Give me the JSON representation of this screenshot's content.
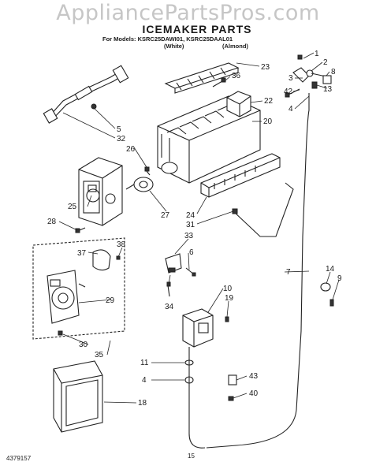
{
  "watermark": "AppliancePartsPros.com",
  "title": "ICEMAKER PARTS",
  "models_line": "For Models: KSRC25DAWI01, KSRC25DAAL01",
  "variants": {
    "white": "(White)",
    "almond": "(Almond)"
  },
  "footer": {
    "part_number": "4379157",
    "page": "15"
  },
  "callouts": [
    "1",
    "2",
    "3",
    "4",
    "5",
    "6",
    "7",
    "8",
    "9",
    "10",
    "11",
    "13",
    "14",
    "18",
    "19",
    "20",
    "22",
    "23",
    "24",
    "25",
    "26",
    "27",
    "28",
    "29",
    "30",
    "31",
    "32",
    "33",
    "34",
    "35",
    "36",
    "37",
    "38",
    "40",
    "42",
    "43"
  ]
}
